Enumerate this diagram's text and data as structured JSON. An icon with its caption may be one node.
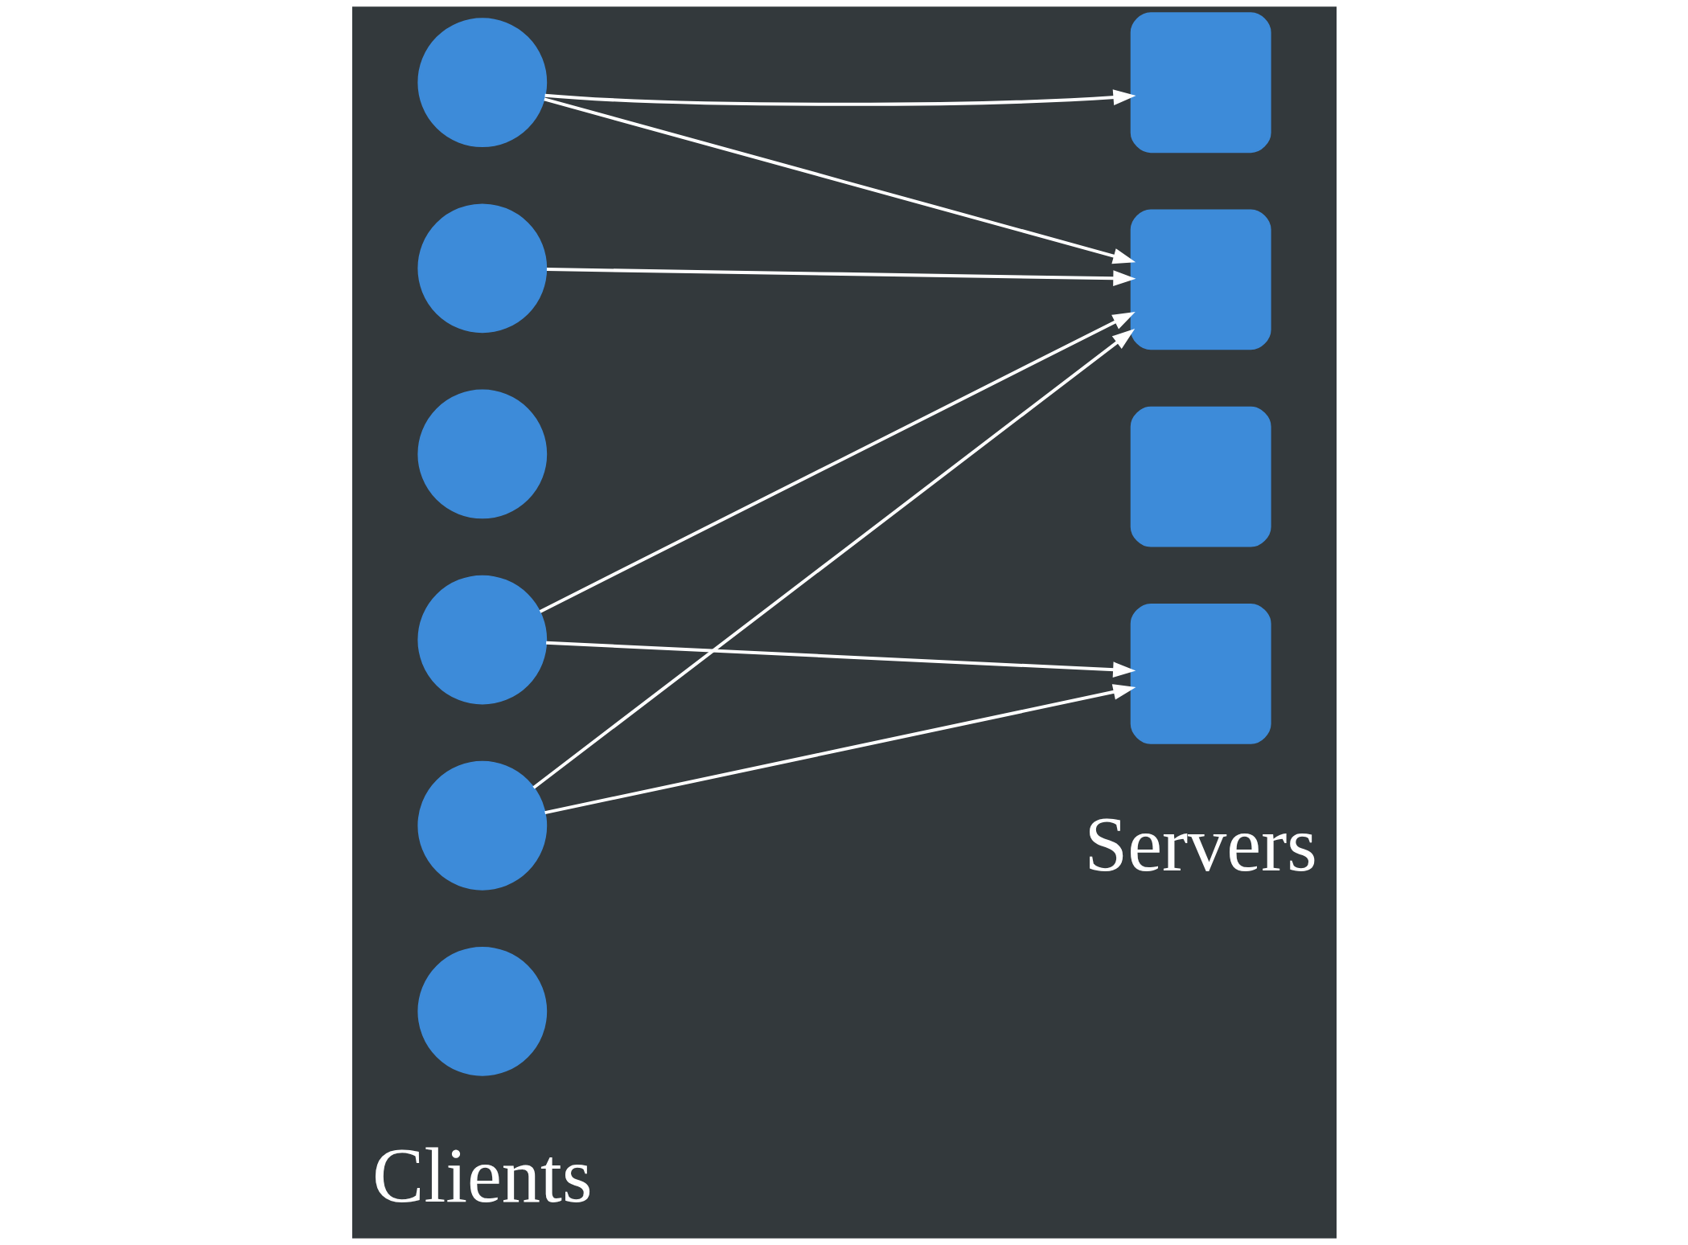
{
  "diagram": {
    "nodes": [
      {
        "text": [],
        "shape": "circle"
      },
      {
        "text": [],
        "shape": "circle"
      },
      {
        "text": [],
        "shape": "circle"
      },
      {
        "text": [],
        "shape": "circle"
      },
      {
        "text": [],
        "shape": "circle"
      },
      {
        "text": [],
        "shape": "circle"
      },
      {
        "text": [],
        "shape": "box"
      },
      {
        "text": [],
        "shape": "box"
      },
      {
        "text": [],
        "shape": "box"
      },
      {
        "text": [],
        "shape": "box"
      }
    ],
    "edges": [
      {
        "from": 0,
        "to": 6,
        "arrow": "to"
      },
      {
        "from": 0,
        "to": 7,
        "arrow": "to"
      },
      {
        "from": 1,
        "to": 7,
        "arrow": "to"
      },
      {
        "from": 3,
        "to": 7,
        "arrow": "to"
      },
      {
        "from": 4,
        "to": 7,
        "arrow": "to"
      },
      {
        "from": 3,
        "to": 9,
        "arrow": "to"
      },
      {
        "from": 4,
        "to": 9,
        "arrow": "to"
      }
    ],
    "labels": [
      "Clients",
      "Servers"
    ]
  }
}
